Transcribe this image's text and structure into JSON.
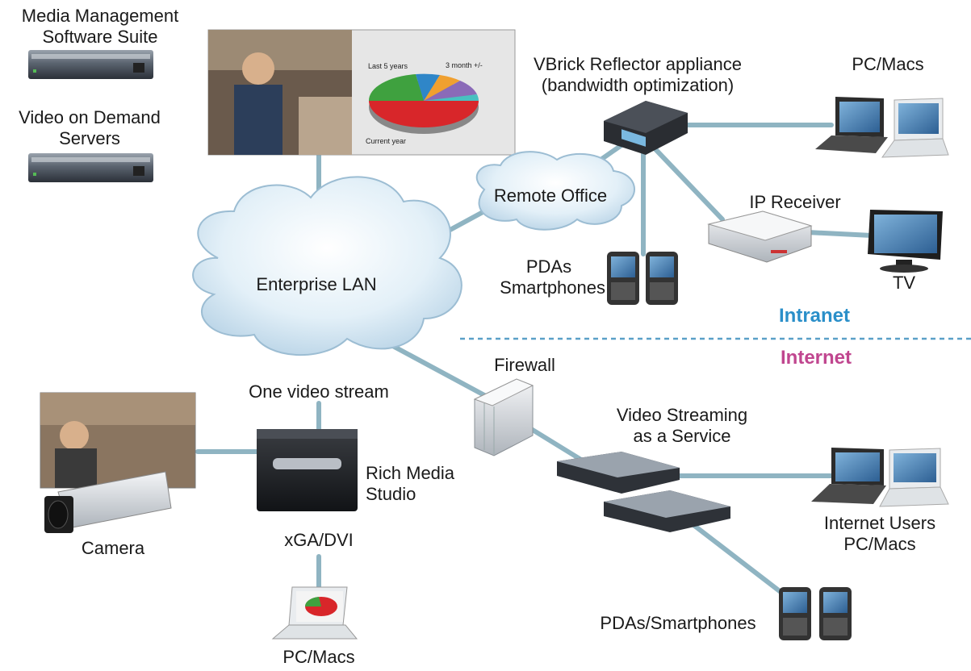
{
  "labels": {
    "media_mgmt": [
      "Media Management",
      "Software Suite"
    ],
    "vod": [
      "Video on Demand",
      "Servers"
    ],
    "reflector": [
      "VBrick Reflector appliance",
      "(bandwidth optimization)"
    ],
    "pc_macs_top": "PC/Macs",
    "remote_office": "Remote Office",
    "ip_receiver": "IP Receiver",
    "pdas_smartphones": [
      "PDAs",
      "Smartphones"
    ],
    "tv": "TV",
    "enterprise_lan": "Enterprise LAN",
    "intranet": "Intranet",
    "internet": "Internet",
    "firewall": "Firewall",
    "one_video_stream": "One video stream",
    "vsaas": [
      "Video Streaming",
      "as a Service"
    ],
    "rich_media": [
      "Rich Media",
      "Studio"
    ],
    "camera": "Camera",
    "xga": "xGA/DVI",
    "internet_users": [
      "Internet Users",
      "PC/Macs"
    ],
    "pdas_bottom": "PDAs/Smartphones",
    "pc_macs_bottom": "PC/Macs"
  },
  "slide_pie": {
    "labels": [
      "Last 5 years",
      "3 month +/-",
      "Current year"
    ]
  },
  "colors": {
    "link": "#8fb4c2",
    "intranet": "#2a8fc9",
    "internet": "#c0468f",
    "divider": "#5aa0c8"
  }
}
